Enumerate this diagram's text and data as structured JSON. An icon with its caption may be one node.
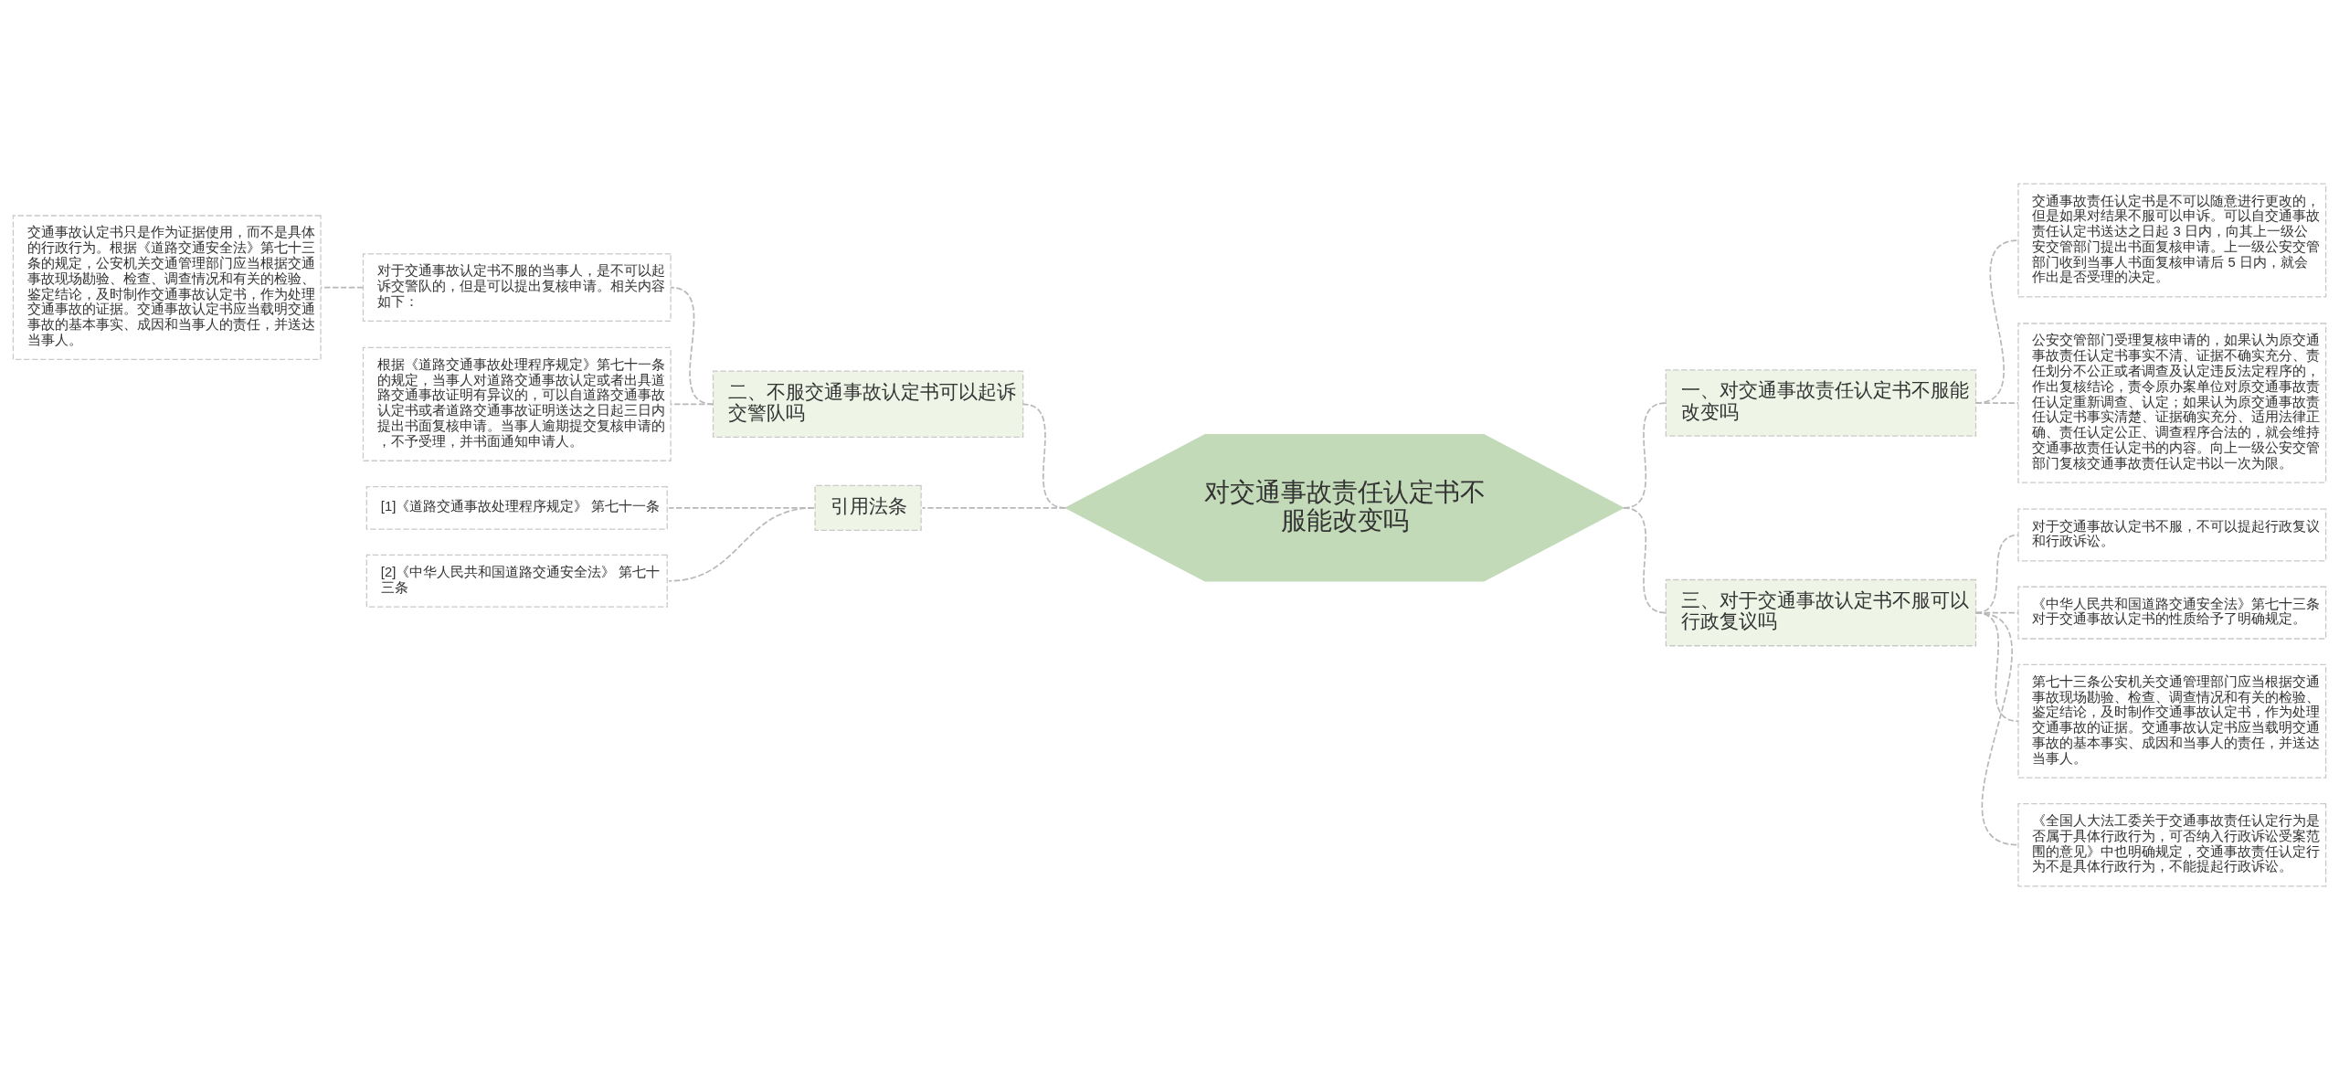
{
  "diagram": {
    "nodes": [
      {
        "text": [
          "对交通事故责任认定书不服能改变吗"
        ]
      },
      {
        "text": [
          "一、对交通事故责任认定书不服能改变吗"
        ]
      },
      {
        "text": [
          "交通事故责任认定书是不可以随意进行更改的，但是如果对结果不服可以申诉。可以自交通事故责任认定书送达之日起 3 日内，向其上一级公安交管部门提出书面复核申请。上一级公安交管部门收到当事人书面复核申请后 5 日内，就会作出是否受理的决定。"
        ]
      },
      {
        "text": [
          "公安交管部门受理复核申请的，如果认为原交通事故责任认定书事实不清、证据不确实充分、责任划分不公正或者调查及认定违反法定程序的，作出复核结论，责令原办案单位对原交通事故责任认定重新调查、认定；如果认为原交通事故责任认定书事实清楚、证据确实充分、适用法律正确、责任认定公正、调查程序合法的，就会维持交通事故责任认定书的内容。向上一级公安交管部门复核交通事故责任认定书以一次为限。"
        ]
      },
      {
        "text": [
          "三、对于交通事故认定书不服可以行政复议吗"
        ]
      },
      {
        "text": [
          "对于交通事故认定书不服，不可以提起行政复议和行政诉讼。"
        ]
      },
      {
        "text": [
          "《中华人民共和国道路交通安全法》第七十三条对于交通事故认定书的性质给予了明确规定。"
        ]
      },
      {
        "text": [
          "第七十三条公安机关交通管理部门应当根据交通事故现场勘验、检查、调查情况和有关的检验、鉴定结论，及时制作交通事故认定书，作为处理交通事故的证据。交通事故认定书应当载明交通事故的基本事实、成因和当事人的责任，并送达当事人。"
        ]
      },
      {
        "text": [
          "《全国人大法工委关于交通事故责任认定行为是否属于具体行政行为，可否纳入行政诉讼受案范围的意见》中也明确规定，交通事故责任认定行为不是具体行政行为，不能提起行政诉讼。"
        ]
      },
      {
        "text": [
          "二、不服交通事故认定书可以起诉交警队吗"
        ]
      },
      {
        "text": [
          "对于交通事故认定书不服的当事人，是不可以起诉交警队的，但是可以提出复核申请。相关内容如下："
        ]
      },
      {
        "text": [
          "交通事故认定书只是作为证据使用，而不是具体的行政行为。根据《道路交通安全法》第七十三条的规定，公安机关交通管理部门应当根据交通事故现场勘验、检查、调查情况和有关的检验、鉴定结论，及时制作交通事故认定书，作为处理交通事故的证据。交通事故认定书应当载明交通事故的基本事实、成因和当事人的责任，并送达当事人。"
        ]
      },
      {
        "text": [
          "根据《道路交通事故处理程序规定》第七十一条的规定，当事人对道路交通事故认定或者出具道路交通事故证明有异议的，可以自道路交通事故认定书或者道路交通事故证明送达之日起三日内提出书面复核申请。当事人逾期提交复核申请的，不予受理，并书面通知申请人。"
        ]
      },
      {
        "text": [
          "引用法条"
        ]
      },
      {
        "text": [
          "[1]《道路交通事故处理程序规定》 第七十一条"
        ]
      },
      {
        "text": [
          "[2]《中华人民共和国道路交通安全法》 第七十三条"
        ]
      }
    ],
    "edges": [
      {
        "from": 0,
        "to": 1,
        "arrow": "none",
        "style": "dashed"
      },
      {
        "from": 1,
        "to": 2,
        "arrow": "none",
        "style": "dashed"
      },
      {
        "from": 1,
        "to": 3,
        "arrow": "none",
        "style": "dashed"
      },
      {
        "from": 0,
        "to": 4,
        "arrow": "none",
        "style": "dashed"
      },
      {
        "from": 4,
        "to": 5,
        "arrow": "none",
        "style": "dashed"
      },
      {
        "from": 4,
        "to": 6,
        "arrow": "none",
        "style": "dashed"
      },
      {
        "from": 4,
        "to": 7,
        "arrow": "none",
        "style": "dashed"
      },
      {
        "from": 4,
        "to": 8,
        "arrow": "none",
        "style": "dashed"
      },
      {
        "from": 0,
        "to": 9,
        "arrow": "none",
        "style": "dashed"
      },
      {
        "from": 9,
        "to": 10,
        "arrow": "none",
        "style": "dashed"
      },
      {
        "from": 10,
        "to": 11,
        "arrow": "none",
        "style": "dashed"
      },
      {
        "from": 9,
        "to": 12,
        "arrow": "none",
        "style": "dashed"
      },
      {
        "from": 0,
        "to": 13,
        "arrow": "none",
        "style": "dashed"
      },
      {
        "from": 13,
        "to": 14,
        "arrow": "none",
        "style": "dashed"
      },
      {
        "from": 13,
        "to": 15,
        "arrow": "none",
        "style": "dashed"
      }
    ]
  }
}
